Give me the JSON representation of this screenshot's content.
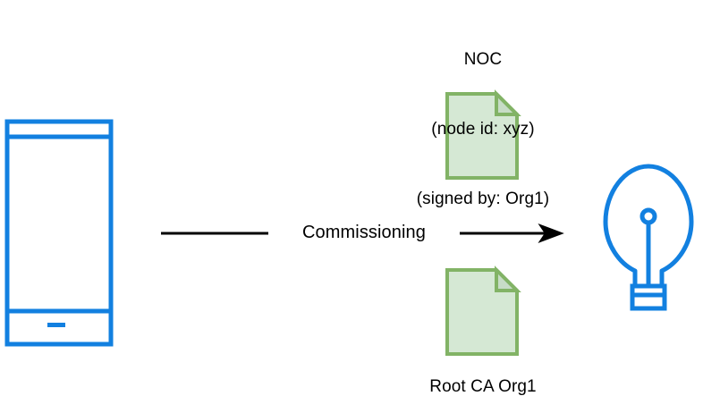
{
  "diagram": {
    "title": "Commissioning",
    "colors": {
      "device_stroke": "#1280e0",
      "document_fill": "#d5e8d4",
      "document_stroke": "#82b366",
      "document_fold_fill": "#c7dcc6",
      "arrow": "#000000",
      "text": "#000000",
      "background": "#ffffff"
    }
  },
  "nodes": {
    "phone": {
      "name": "smartphone",
      "icon": "mobile-phone-icon"
    },
    "bulb": {
      "name": "light bulb",
      "icon": "light-bulb-icon"
    },
    "noc_document": {
      "icon": "document-icon",
      "label_line_1": "NOC",
      "label_line_2": "(node id: xyz)",
      "label_line_3": "(signed by: Org1)"
    },
    "root_ca_document": {
      "icon": "document-icon",
      "label": "Root CA Org1"
    }
  },
  "edges": {
    "commissioning": {
      "label": "Commissioning",
      "from": "smartphone",
      "to": "light bulb",
      "direction": "right",
      "arrowhead": "filled-triangle"
    }
  }
}
